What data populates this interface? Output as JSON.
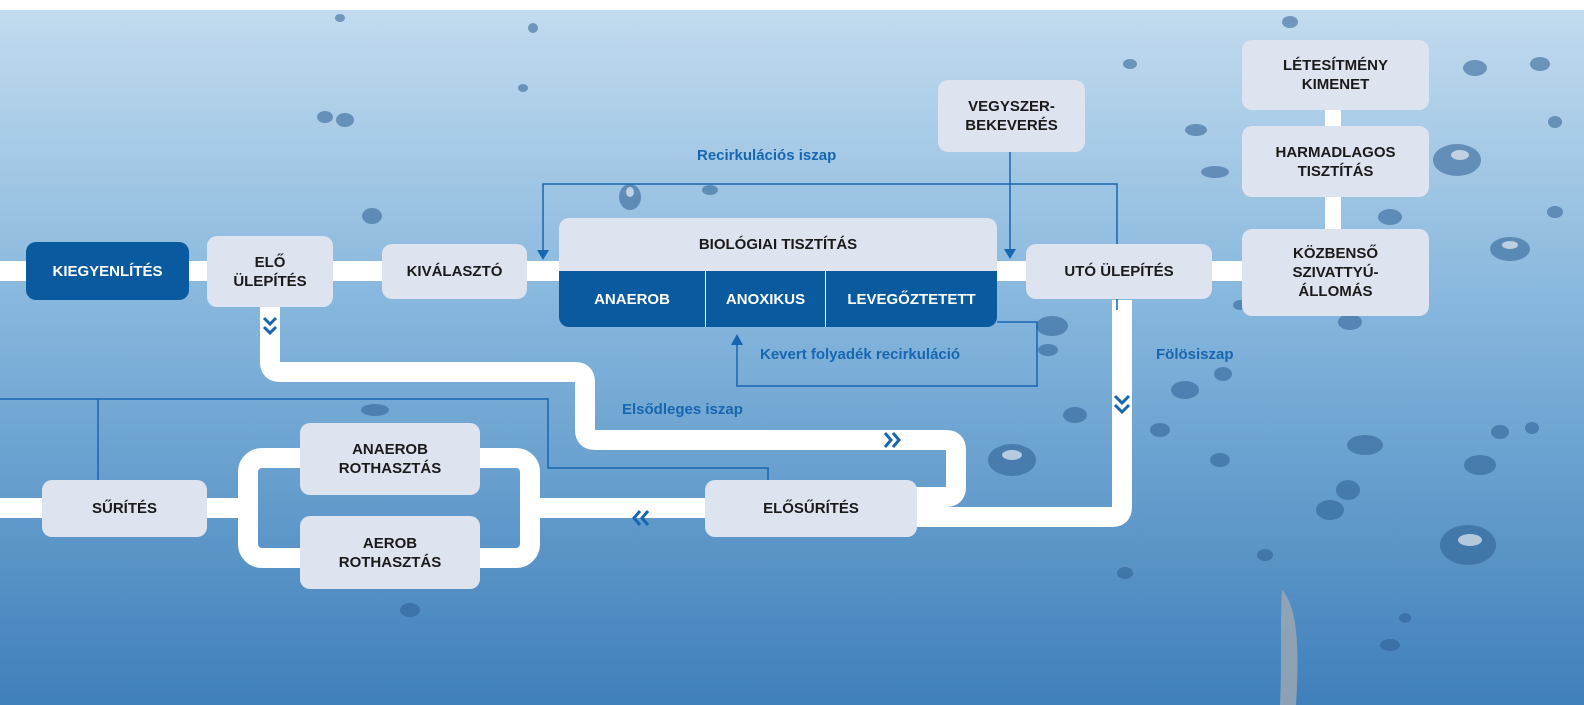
{
  "boxes": {
    "kiegyenlites": "KIEGYENLÍTÉS",
    "elo_ulepites": "ELŐ\nÜLEPÍTÉS",
    "kivalaszto": "KIVÁLASZTÓ",
    "biologiai": "BIOLÓGIAI TISZTÍTÁS",
    "anaerob": "ANAEROB",
    "anoxikus": "ANOXIKUS",
    "levegoztetett": "LEVEGŐZTETETT",
    "vegyszer": "VEGYSZER-\nBEKEVERÉS",
    "uto_ulepites": "UTÓ ÜLEPÍTÉS",
    "kozbenso": "KÖZBENSŐ\nSZIVATTYÚ-\nÁLLOMÁS",
    "harmadlagos": "HARMADLAGOS\nTISZTÍTÁS",
    "letesitmeny": "LÉTESÍTMÉNY\nKIMENET",
    "surites": "SŰRÍTÉS",
    "anaerob_rothasztas": "ANAEROB\nROTHASZTÁS",
    "aerob_rothasztas": "AEROB\nROTHASZTÁS",
    "elosurites": "ELŐSŰRÍTÉS"
  },
  "labels": {
    "recirkulacios_iszap": "Recirkulációs iszap",
    "kevert_folyadek": "Kevert folyadék recirkuláció",
    "folosiszap": "Fölösiszap",
    "elsodleges_iszap": "Elsődleges iszap"
  },
  "colors": {
    "box_light": "#dde3ef",
    "box_dark": "#0a5aa0",
    "arrow_blue": "#1766b0",
    "pipe": "#ffffff"
  }
}
